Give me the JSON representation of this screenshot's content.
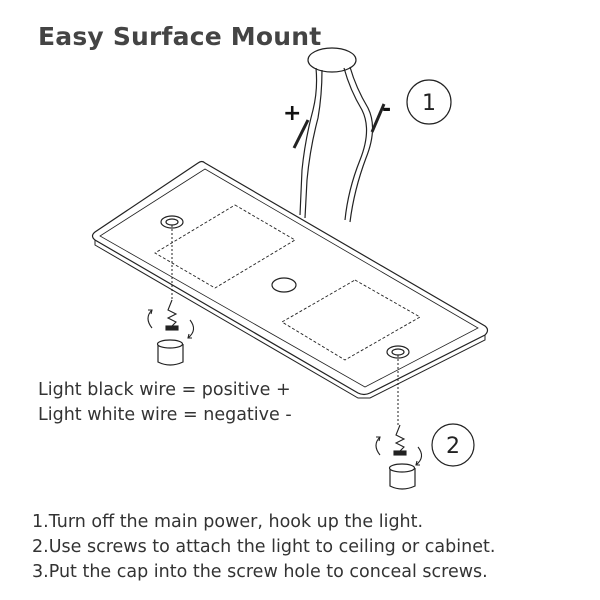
{
  "title": "Easy Surface Mount",
  "callouts": [
    "1",
    "2"
  ],
  "polarity": {
    "positive": "+",
    "negative": "-"
  },
  "legend": [
    "Light black wire = positive +",
    "Light white wire = negative -"
  ],
  "steps": [
    "1.Turn off the main power, hook up the light.",
    "2.Use screws to attach the light to ceiling or cabinet.",
    "3.Put the cap into the screw hole to conceal screws."
  ],
  "icons": [
    "junction-box-icon",
    "screw-icon",
    "rotate-arrow-icon",
    "cap-icon"
  ]
}
